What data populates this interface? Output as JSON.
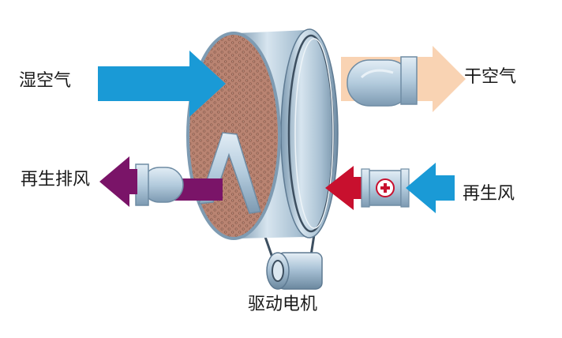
{
  "labels": {
    "humid_air": "湿空气",
    "dry_air": "干空气",
    "regen_exhaust": "再生排风",
    "regen_air": "再生风",
    "drive_motor": "驱动电机"
  },
  "colors": {
    "humid_air_arrow": "#1a9ad6",
    "dry_air_arrow": "#f9d3b3",
    "regen_exhaust_arrow": "#7a1468",
    "regen_air_arrow": "#1a9ad6",
    "heated_air_arrow": "#c8102e",
    "wheel_face": "#b98472",
    "wheel_rim": "#9fb8cc",
    "fan_housing": "#b7cfe0"
  },
  "icons": {
    "heater": "heater-plus-icon",
    "fan_outlet": "fan-housing-icon",
    "fan_exhaust": "fan-housing-icon",
    "motor": "motor-cylinder-icon"
  }
}
